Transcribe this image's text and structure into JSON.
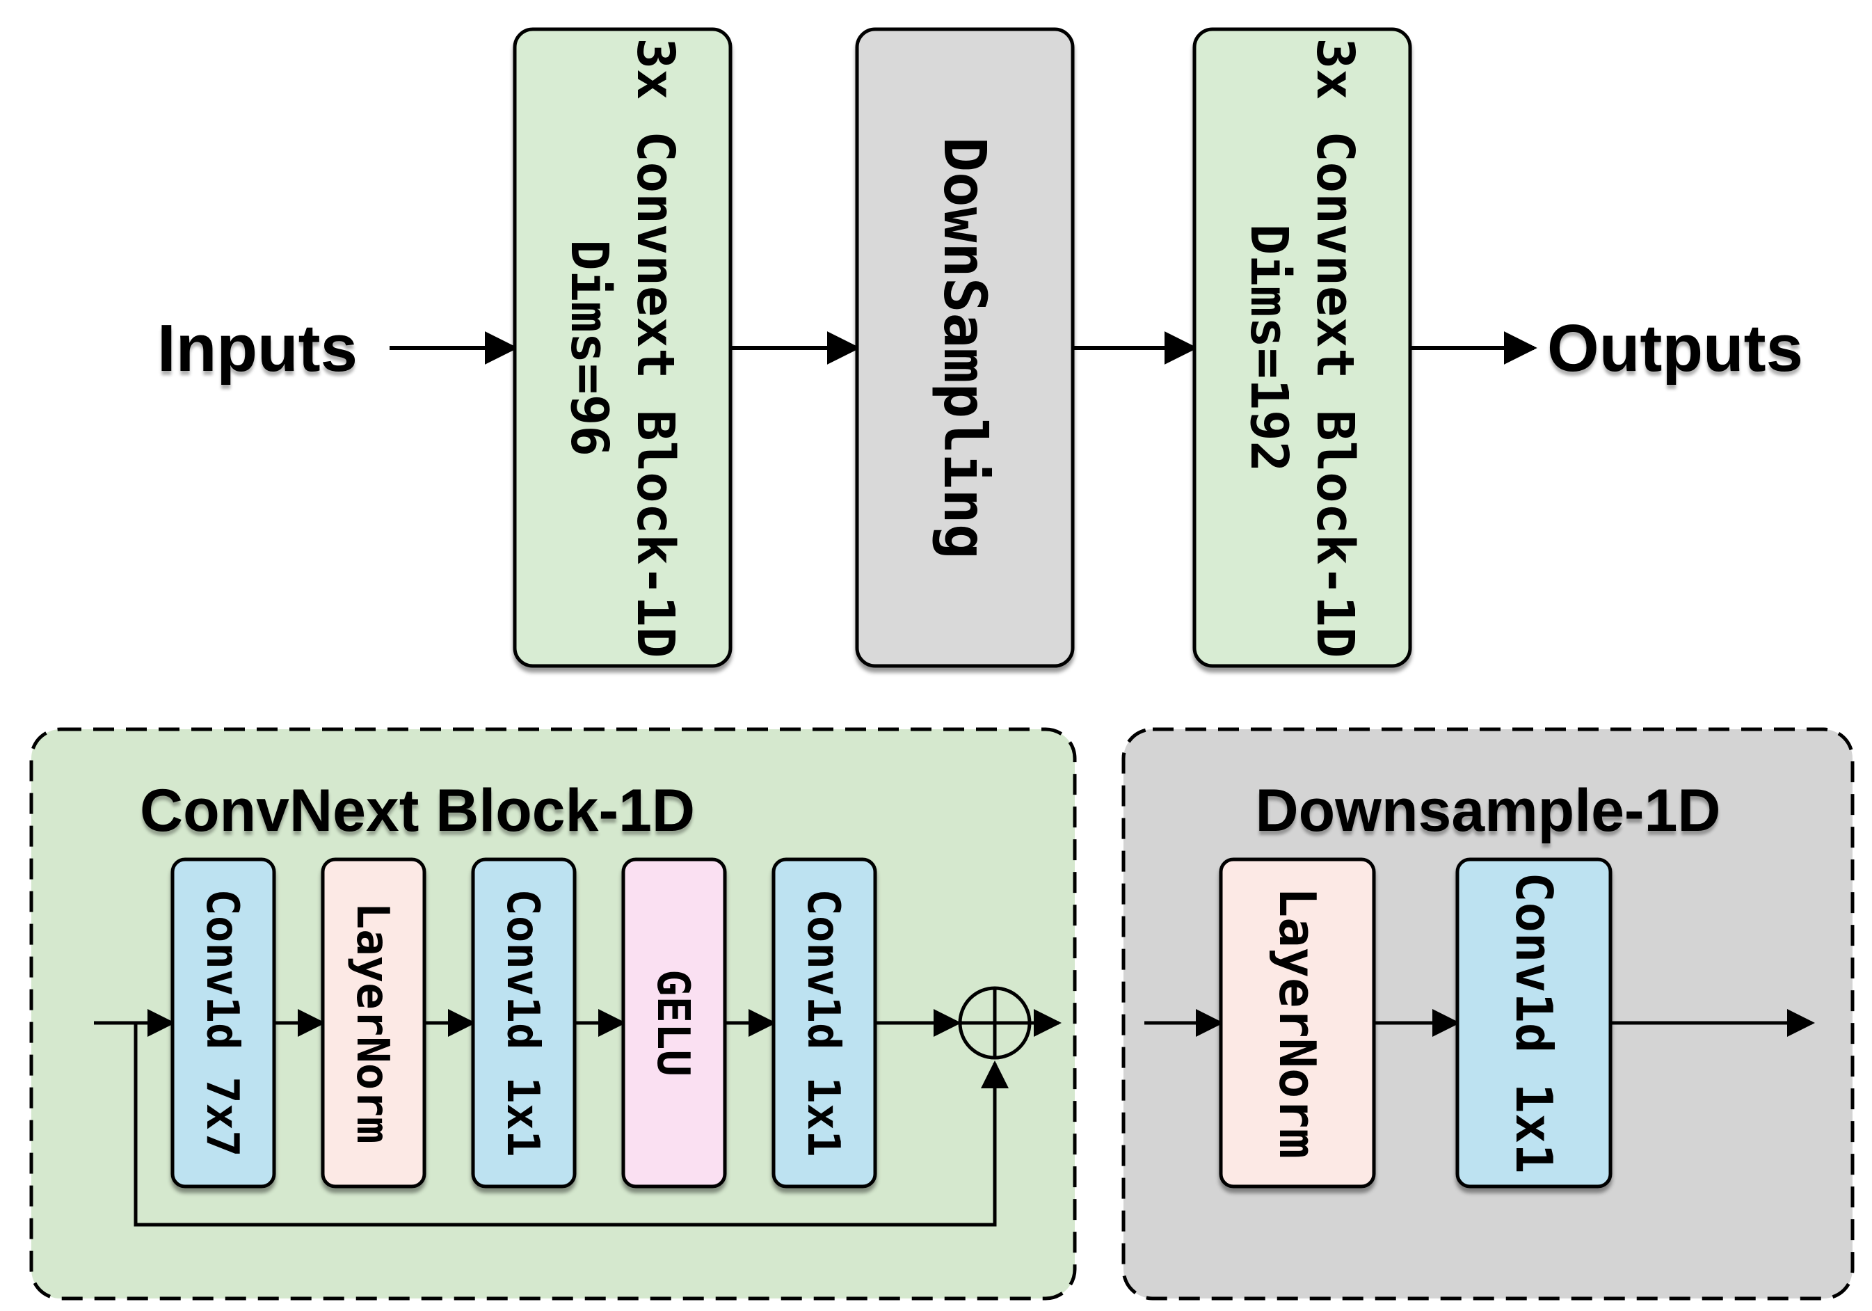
{
  "colors": {
    "stage_green": "#d8ecd3",
    "panel_green": "#d5e8ce",
    "stage_gray": "#d9d9d9",
    "panel_gray": "#d4d4d4",
    "conv_blue": "#bde2f1",
    "layernorm_pink": "#fce9e5",
    "gelu_pink": "#fae0f2",
    "line_black": "#000000"
  },
  "pipeline": {
    "input_label": "Inputs",
    "output_label": "Outputs",
    "stages": [
      {
        "name": "convnext-stage-1",
        "line1": "3x Convnext Block-1D",
        "line2": "Dims=96"
      },
      {
        "name": "downsampling-stage",
        "line1": "DownSampling"
      },
      {
        "name": "convnext-stage-2",
        "line1": "3x Convnext Block-1D",
        "line2": "Dims=192"
      }
    ]
  },
  "convnext_block_detail": {
    "title": "ConvNext Block-1D",
    "layers": [
      {
        "label": "Conv1d 7x7",
        "kind": "conv"
      },
      {
        "label": "LayerNorm",
        "kind": "norm"
      },
      {
        "label": "Conv1d 1x1",
        "kind": "conv"
      },
      {
        "label": "GELU",
        "kind": "activation"
      },
      {
        "label": "Conv1d 1x1",
        "kind": "conv"
      }
    ],
    "residual_merge": "circle-plus"
  },
  "downsample_detail": {
    "title": "Downsample-1D",
    "layers": [
      {
        "label": "LayerNorm",
        "kind": "norm"
      },
      {
        "label": "Conv1d 1x1",
        "kind": "conv"
      }
    ]
  }
}
